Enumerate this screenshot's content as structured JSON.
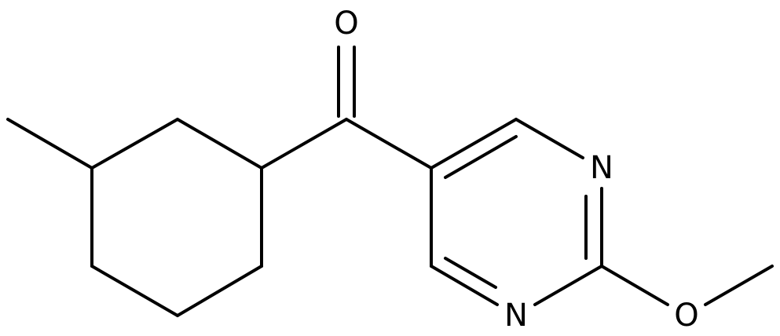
{
  "atoms": {
    "carbonyl_oxygen": "O",
    "pyrimidine_n1": "N",
    "pyrimidine_n3": "N",
    "methoxy_oxygen": "O"
  },
  "colors": {
    "bond": "#000000",
    "label": "#000000",
    "background": "#ffffff"
  }
}
